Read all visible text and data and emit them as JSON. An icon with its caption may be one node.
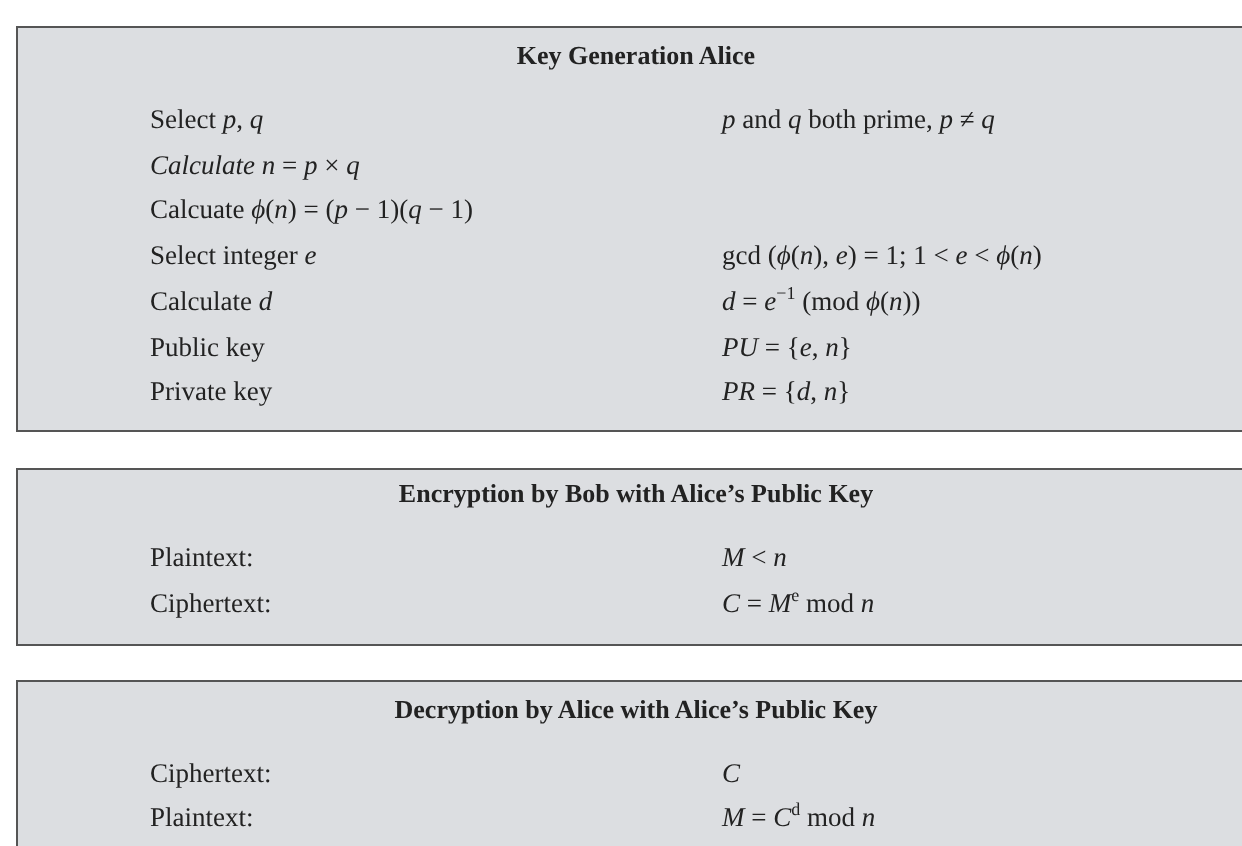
{
  "diagram": {
    "nodes": [
      {
        "text": [
          "Key Generation Alice",
          "Select *p*, *q*",
          "*p* and *q* both prime, *p* ≠ *q*",
          "*Calculate n* = *p* × *q*",
          "Calcuate *ϕ*(*n*) = (*p* − 1)(*q* − 1)",
          "Select integer *e*",
          "gcd (*ϕ*(*n*), *e*) = 1; 1 < *e* < *ϕ*(*n*)",
          "Calculate *d*",
          "*d* = *e*$^{−1}$ (mod *ϕ*(*n*))",
          "Public key",
          "*PU* = {*e*, *n*}",
          "Private key",
          "*PR* = {*d*, *n*}"
        ]
      },
      {
        "text": [
          "Encryption by Bob with Alice’s Public Key",
          "Plaintext:",
          "*M* < *n*",
          "Ciphertext:",
          "*C* = *M*$^{e}$ mod *n*"
        ]
      },
      {
        "text": [
          "Decryption by Alice with Alice’s Public Key",
          "Ciphertext:",
          "*C*",
          "Plaintext:",
          "*M* = *C*$^{d}$ mod *n*"
        ]
      }
    ]
  }
}
